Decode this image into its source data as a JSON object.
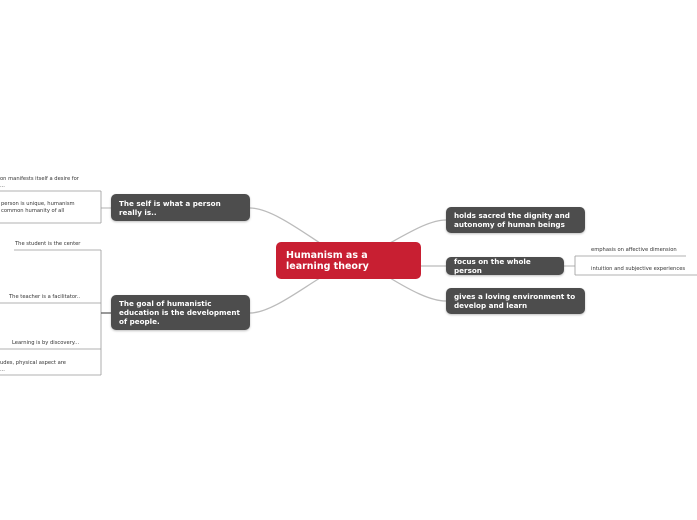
{
  "root": {
    "label": "Humanism as a learning theory",
    "color": "#c81f32"
  },
  "right": [
    {
      "label": "holds sacred the dignity and autonomy of human beings"
    },
    {
      "label": "focus on the whole person",
      "children": [
        "emphasis on affective dimension",
        "intuition and subjective experiences"
      ]
    },
    {
      "label": "gives a loving environment to develop and learn"
    }
  ],
  "left": [
    {
      "label": "The self is what a person really is..",
      "children": [
        {
          "line1": "on manifests itself a desire for",
          "line2": "..."
        },
        {
          "line1": "person is unique, humanism",
          "line2": "common humanity of all"
        }
      ]
    },
    {
      "label": "The goal of humanistic education is the development of people.",
      "children": [
        {
          "line1": "The student is the center"
        },
        {
          "line1": "The teacher is a facilitator.."
        },
        {
          "line1": "Learning is by discovery..."
        },
        {
          "line1": "udes, physical aspect are",
          "line2": "..."
        }
      ]
    }
  ],
  "node_color": "#4d4d4d"
}
